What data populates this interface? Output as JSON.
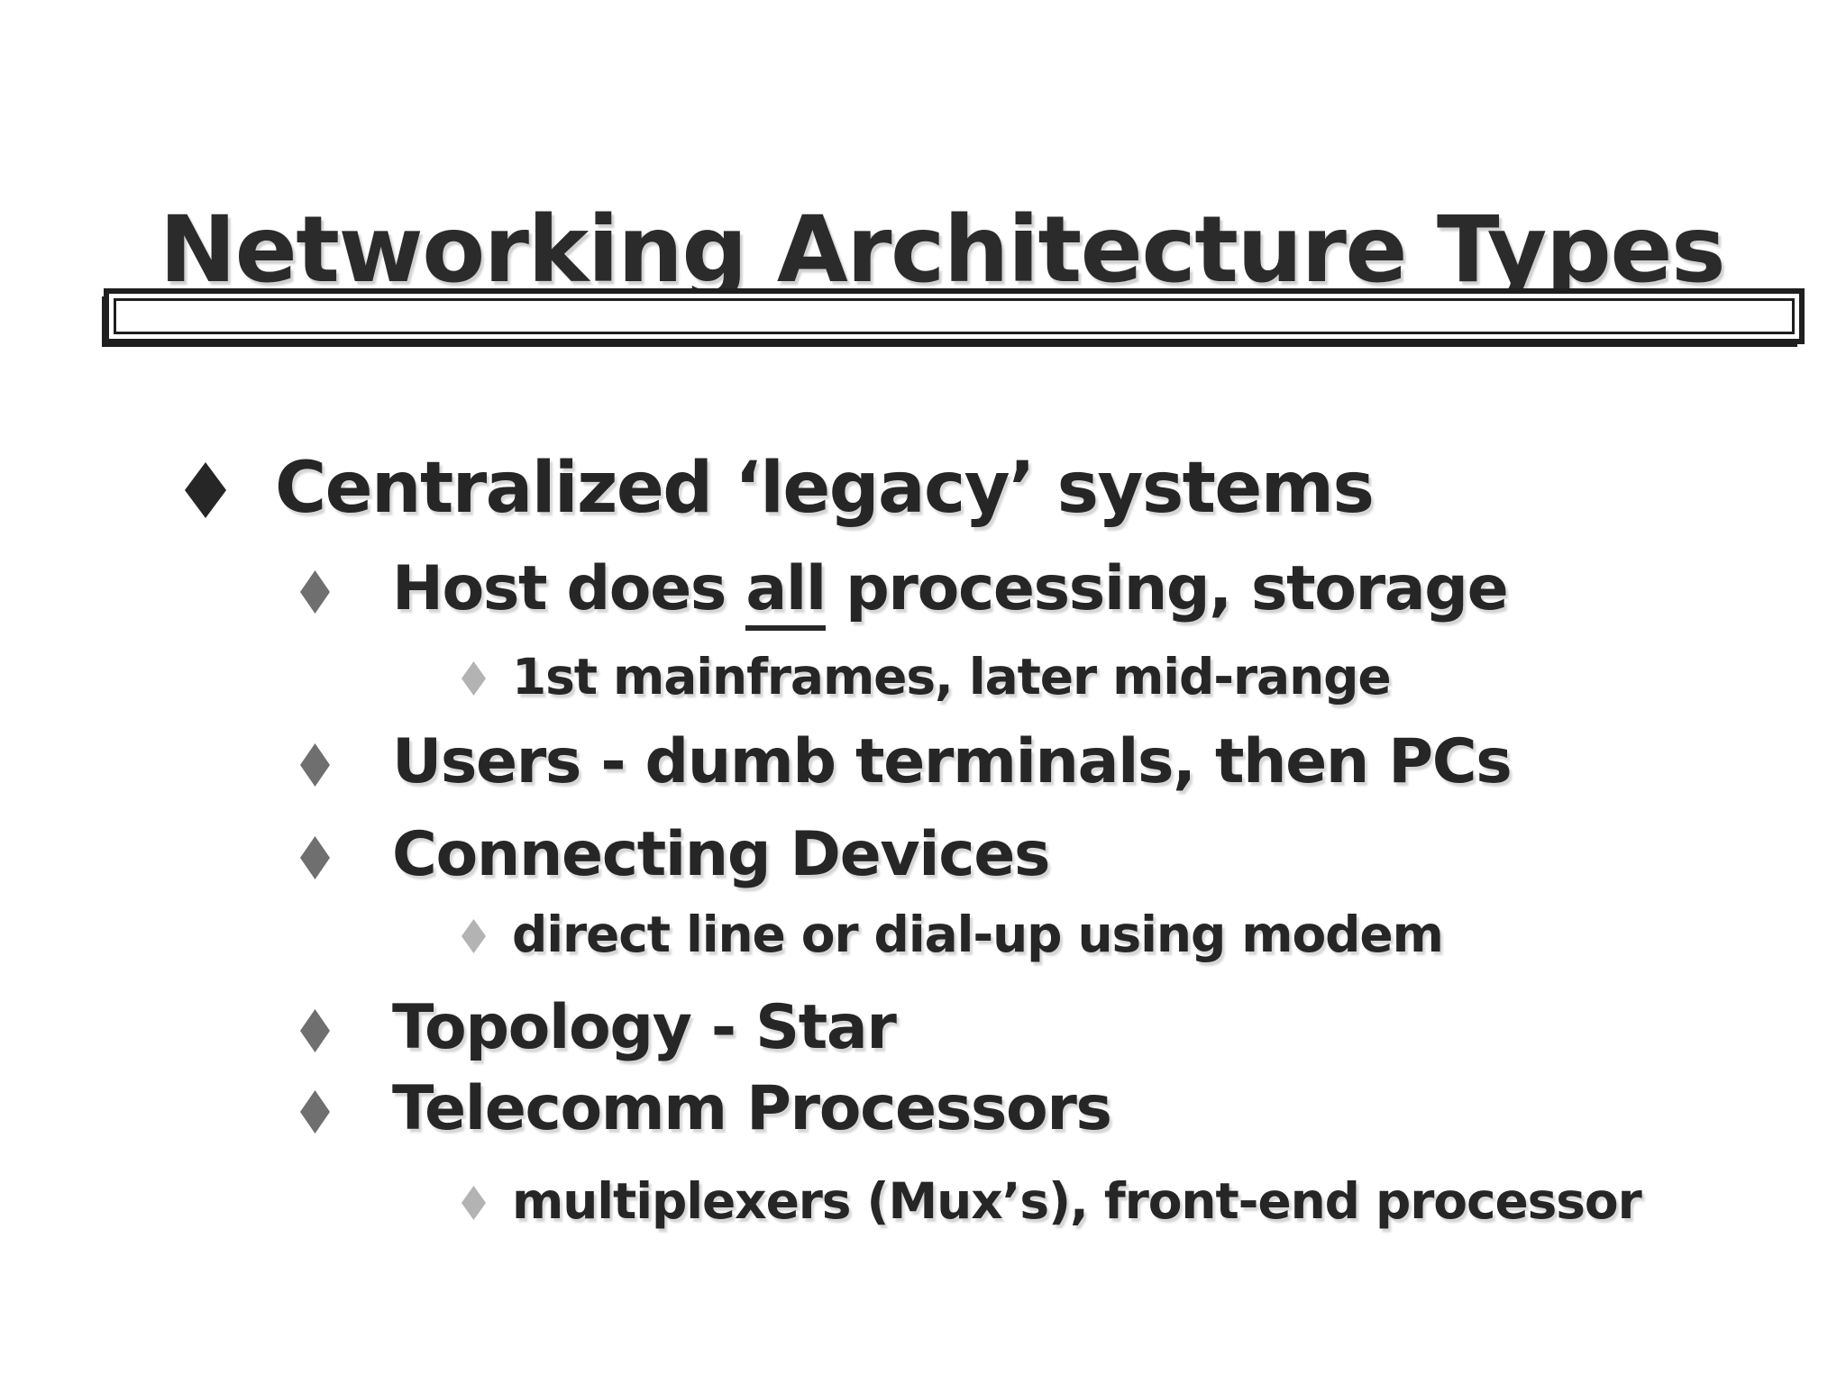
{
  "slide": {
    "title": "Networking Architecture Types",
    "bullets": [
      {
        "level": 1,
        "text": "Centralized ‘legacy’ systems"
      },
      {
        "level": 2,
        "pre": "Host does ",
        "underlined": "all",
        "post": " processing, storage"
      },
      {
        "level": 3,
        "text": "1st mainframes, later mid-range"
      },
      {
        "level": 2,
        "text": "Users - dumb terminals, then PCs"
      },
      {
        "level": 2,
        "text": "Connecting Devices"
      },
      {
        "level": 3,
        "text": "direct line or dial-up using modem"
      },
      {
        "level": 2,
        "text": "Topology - Star"
      },
      {
        "level": 2,
        "text": "Telecomm Processors"
      },
      {
        "level": 3,
        "text": "multiplexers (Mux’s), front-end processor"
      }
    ],
    "colors": {
      "background": "#ffffff",
      "text": "#262626",
      "title_text": "#2b2b2b",
      "divider_line": "#1f1f1f",
      "bullet_level1": "#262626",
      "bullet_level2": "#6f6f6f",
      "bullet_level3": "#b3b3b3"
    }
  }
}
